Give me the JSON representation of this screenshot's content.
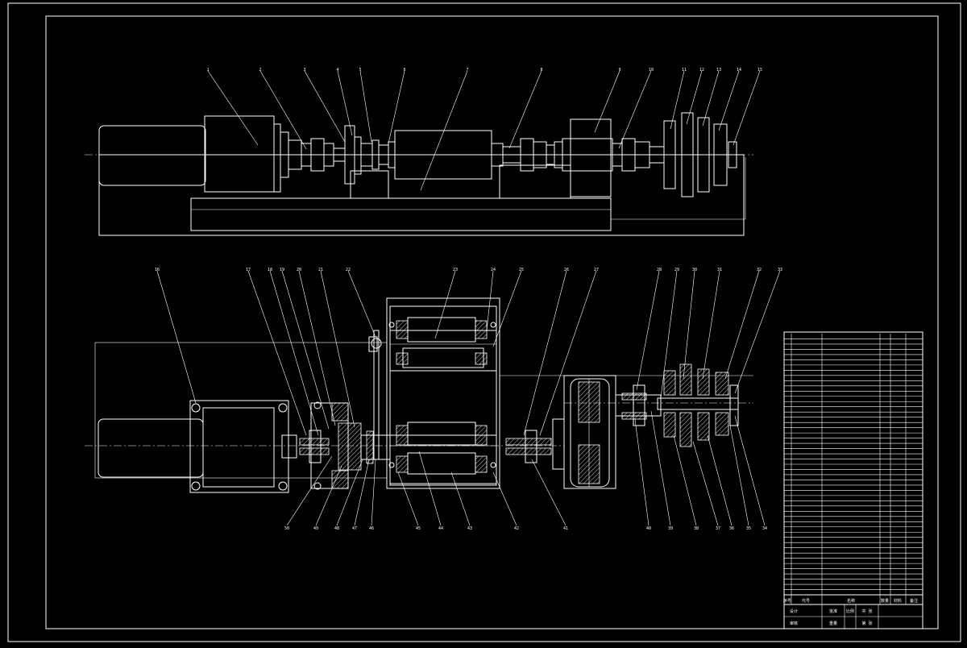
{
  "drawing": {
    "top_view_labels": [
      "1",
      "2",
      "3",
      "4",
      "5",
      "6",
      "7",
      "8",
      "9",
      "10",
      "11",
      "12",
      "13",
      "14",
      "15"
    ],
    "bottom_view_top_labels": [
      "16",
      "17",
      "18",
      "19",
      "20",
      "21",
      "22",
      "23",
      "24",
      "25",
      "26",
      "27",
      "28",
      "29",
      "30",
      "31",
      "32",
      "33"
    ],
    "bottom_view_bottom_labels": [
      "50",
      "49",
      "48",
      "47",
      "46",
      "45",
      "44",
      "43",
      "42",
      "41",
      "40",
      "39",
      "38",
      "37",
      "36",
      "35",
      "34"
    ]
  },
  "title_block": {
    "header": [
      "序号",
      "代号",
      "名称",
      "数量",
      "材料",
      "备注"
    ],
    "footer": [
      "设计",
      "审核",
      "批准",
      "比例",
      "重量",
      "共 张",
      "第 张"
    ]
  }
}
